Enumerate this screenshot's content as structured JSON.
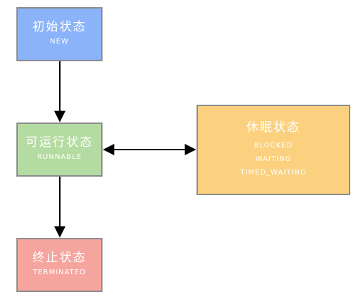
{
  "nodes": {
    "initial": {
      "title": "初始状态",
      "sub": [
        "NEW"
      ]
    },
    "runnable": {
      "title": "可运行状态",
      "sub": [
        "RUNNABLE"
      ]
    },
    "blocked": {
      "title": "休眠状态",
      "sub": [
        "BLOCKED",
        "WAITING",
        "TIMED_WAITING"
      ]
    },
    "terminated": {
      "title": "终止状态",
      "sub": [
        "TERMINATED"
      ]
    }
  },
  "edges": [
    {
      "from": "initial",
      "to": "runnable",
      "direction": "one-way"
    },
    {
      "from": "runnable",
      "to": "blocked",
      "direction": "two-way"
    },
    {
      "from": "runnable",
      "to": "terminated",
      "direction": "one-way"
    }
  ],
  "colors": {
    "initial": "#8ab3f9",
    "runnable": "#b4dba1",
    "blocked": "#fbd17f",
    "terminated": "#f6a59e",
    "arrow": "#000000"
  }
}
